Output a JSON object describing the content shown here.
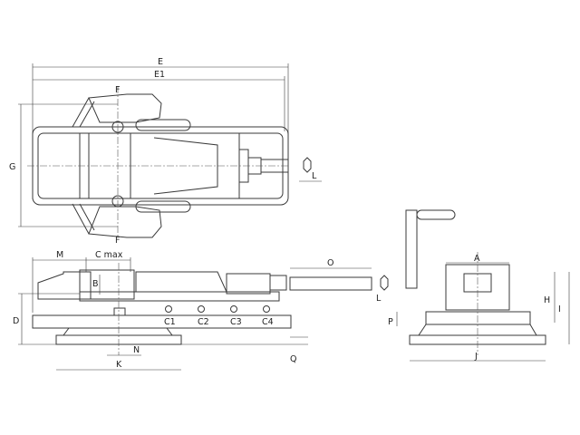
{
  "labels": {
    "E": "E",
    "E1": "E1",
    "F_top": "F",
    "F_bottom": "F",
    "G": "G",
    "L_top": "L",
    "M": "M",
    "C_max": "C max",
    "B": "B",
    "D": "D",
    "C1": "C1",
    "C2": "C2",
    "C3": "C3",
    "C4": "C4",
    "N": "N",
    "K": "K",
    "Q": "Q",
    "O": "O",
    "L_handle": "L",
    "A": "A",
    "H": "H",
    "I": "I",
    "P": "P",
    "J": "J"
  },
  "colors": {
    "line": "#3a3a3a",
    "background": "#ffffff"
  }
}
